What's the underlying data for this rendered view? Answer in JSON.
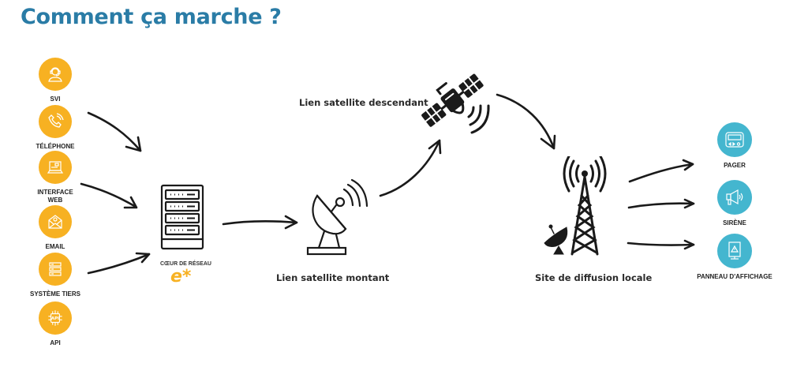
{
  "title": "Comment ça marche ?",
  "colors": {
    "title": "#2a7ca6",
    "source_circle": "#f7b122",
    "output_circle": "#44b6cf",
    "stroke": "#1a1a1a"
  },
  "sources": [
    {
      "label": "SVI",
      "icon": "headset-agent-icon"
    },
    {
      "label": "TÉLÉPHONE",
      "icon": "phone-icon"
    },
    {
      "label": "INTERFACE WEB",
      "icon": "laptop-icon"
    },
    {
      "label": "EMAIL",
      "icon": "envelope-icon"
    },
    {
      "label": "SYSTÈME TIERS",
      "icon": "server-stack-icon"
    },
    {
      "label": "API",
      "icon": "api-chip-icon"
    }
  ],
  "core": {
    "label": "CŒUR DE RÉSEAU",
    "logo": "e*",
    "icon": "server-rack-icon"
  },
  "uplink": {
    "label": "Lien satellite montant",
    "icon": "satellite-dish-icon"
  },
  "downlink": {
    "label": "Lien satellite descendant",
    "icon": "satellite-icon"
  },
  "local_site": {
    "label": "Site de diffusion locale",
    "icon": "broadcast-tower-icon"
  },
  "outputs": [
    {
      "label": "PAGER",
      "icon": "pager-icon"
    },
    {
      "label": "SIRÈNE",
      "icon": "siren-megaphone-icon"
    },
    {
      "label": "PANNEAU D'AFFICHAGE",
      "icon": "display-panel-icon"
    }
  ]
}
